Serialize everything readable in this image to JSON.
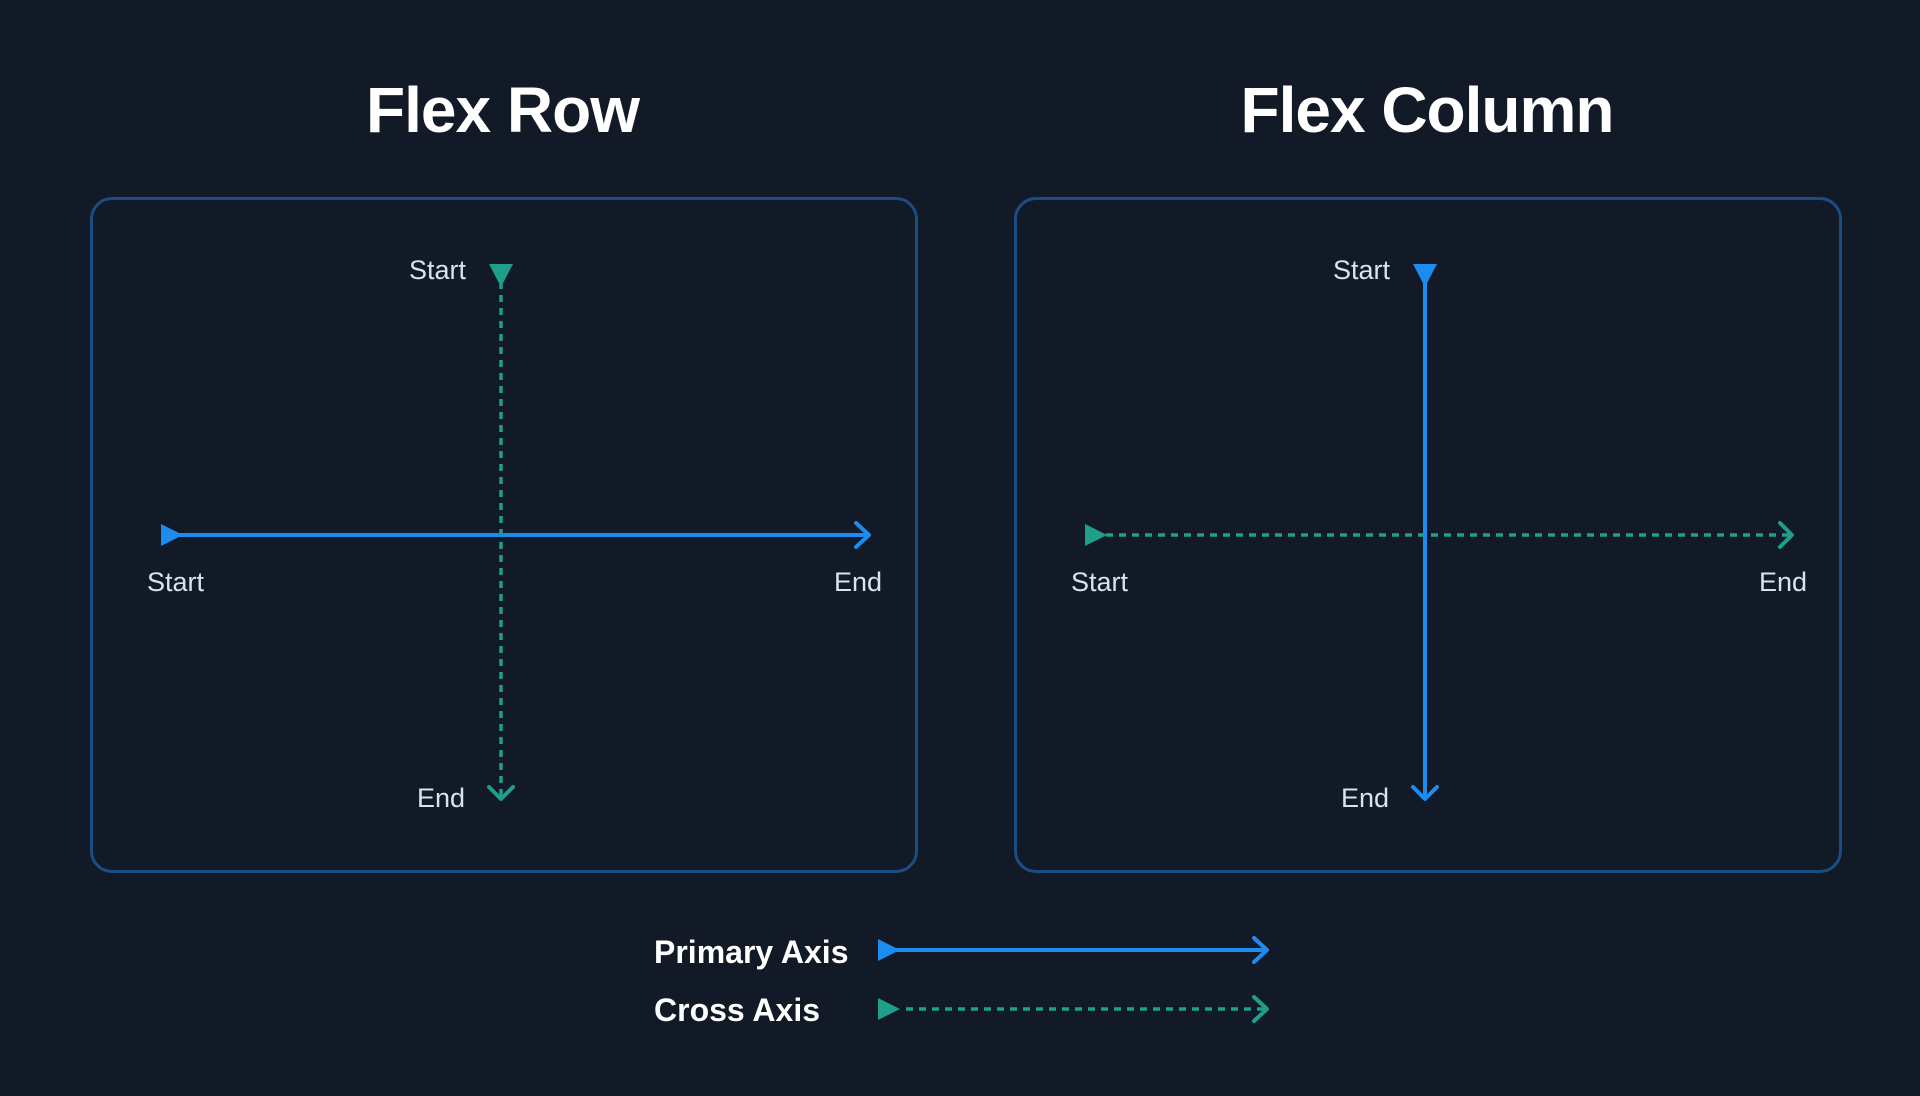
{
  "colors": {
    "background": "#111a26",
    "panel_border": "#1b4d85",
    "primary_axis": "#1c8cf0",
    "cross_axis": "#1f9e8a",
    "title_text": "#ffffff",
    "label_text": "#d7e3f2"
  },
  "panels": {
    "row": {
      "title": "Flex Row",
      "horizontal_axis": {
        "type": "primary",
        "start_label": "Start",
        "end_label": "End"
      },
      "vertical_axis": {
        "type": "cross",
        "start_label": "Start",
        "end_label": "End"
      }
    },
    "column": {
      "title": "Flex Column",
      "horizontal_axis": {
        "type": "cross",
        "start_label": "Start",
        "end_label": "End"
      },
      "vertical_axis": {
        "type": "primary",
        "start_label": "Start",
        "end_label": "End"
      }
    }
  },
  "legend": {
    "primary_label": "Primary Axis",
    "cross_label": "Cross Axis"
  },
  "icons": {
    "start_marker": "triangle-start-icon",
    "end_marker": "chevron-arrowhead-icon"
  }
}
